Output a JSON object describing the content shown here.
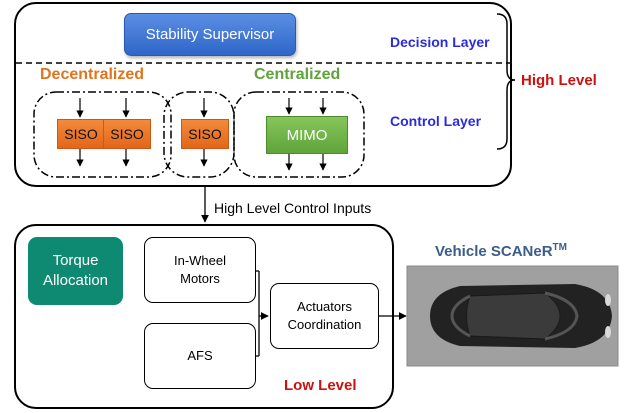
{
  "high_level": {
    "supervisor": "Stability Supervisor",
    "decision_layer": "Decision Layer",
    "control_layer": "Control Layer",
    "label": "High Level",
    "decentralized": "Decentralized",
    "centralized": "Centralized",
    "siso_1": "SISO",
    "siso_2": "SISO",
    "siso_3": "SISO",
    "mimo": "MIMO"
  },
  "link_label": "High Level Control Inputs",
  "low_level": {
    "torque": "Torque Allocation",
    "in_wheel": "In-Wheel Motors",
    "afs": "AFS",
    "actuators": "Actuators Coordination",
    "label": "Low Level"
  },
  "vehicle": {
    "title": "Vehicle SCANeR",
    "trademark": "TM"
  },
  "colors": {
    "supervisor": "#2f66c8",
    "siso": "#e2661c",
    "mimo": "#5fa53a",
    "torque": "#0f8a72",
    "layer_labels": "#2b2bdc",
    "level_labels": "#cc1111",
    "vehicle_title": "#3a5d8a"
  }
}
